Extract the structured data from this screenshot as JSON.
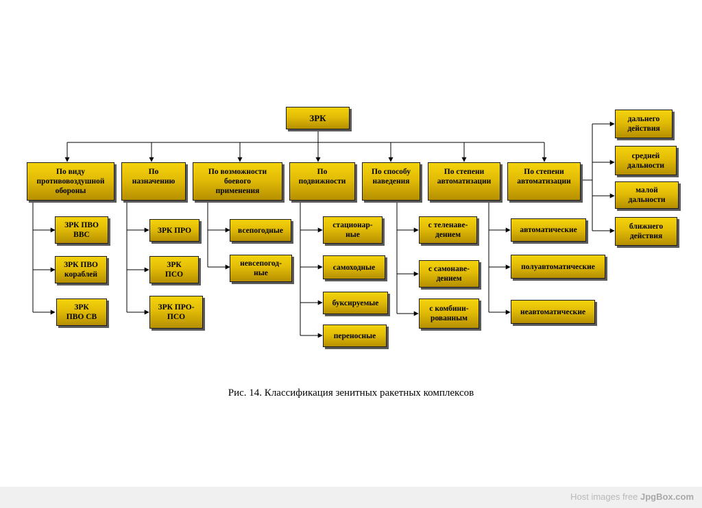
{
  "diagram": {
    "root": "ЗРК",
    "categories": {
      "air_defense": "По виду\nпротивовоздушной\nобороны",
      "purpose": "По\nназначению",
      "combat": "По возможности\nбоевого\nприменения",
      "mobility": "По\nподвижности",
      "guidance": "По способу\nнаведения",
      "automation_a": "По степени\nавтоматизации",
      "automation_b": "По степени\nавтоматизации"
    },
    "leaves": {
      "ad_1": "ЗРК ПВО\nВВС",
      "ad_2": "ЗРК ПВО\nкораблей",
      "ad_3": "ЗРК\nПВО СВ",
      "pu_1": "ЗРК ПРО",
      "pu_2": "ЗРК\nПСО",
      "pu_3": "ЗРК ПРО-\nПСО",
      "cb_1": "всепогодные",
      "cb_2": "невсепогод-\nные",
      "mo_1": "стационар-\nные",
      "mo_2": "самоходные",
      "mo_3": "буксируемые",
      "mo_4": "переносные",
      "gu_1": "с теленаве-\nдением",
      "gu_2": "с самонаве-\nдением",
      "gu_3": "с комбини-\nрованным",
      "au_1": "автоматические",
      "au_2": "полуавтоматические",
      "au_3": "неавтоматические",
      "rg_1": "дальнего\nдействия",
      "rg_2": "средней\nдальности",
      "rg_3": "малой\nдальности",
      "rg_4": "ближнего\nдействия"
    }
  },
  "caption": "Рис. 14. Классификация зенитных ракетных комплексов",
  "footer": {
    "text_prefix": "Host images free ",
    "text_brand": "JpgBox.com"
  },
  "colors": {
    "box_top": "#f4d30c",
    "box_bottom": "#b58f00",
    "line": "#000000"
  }
}
